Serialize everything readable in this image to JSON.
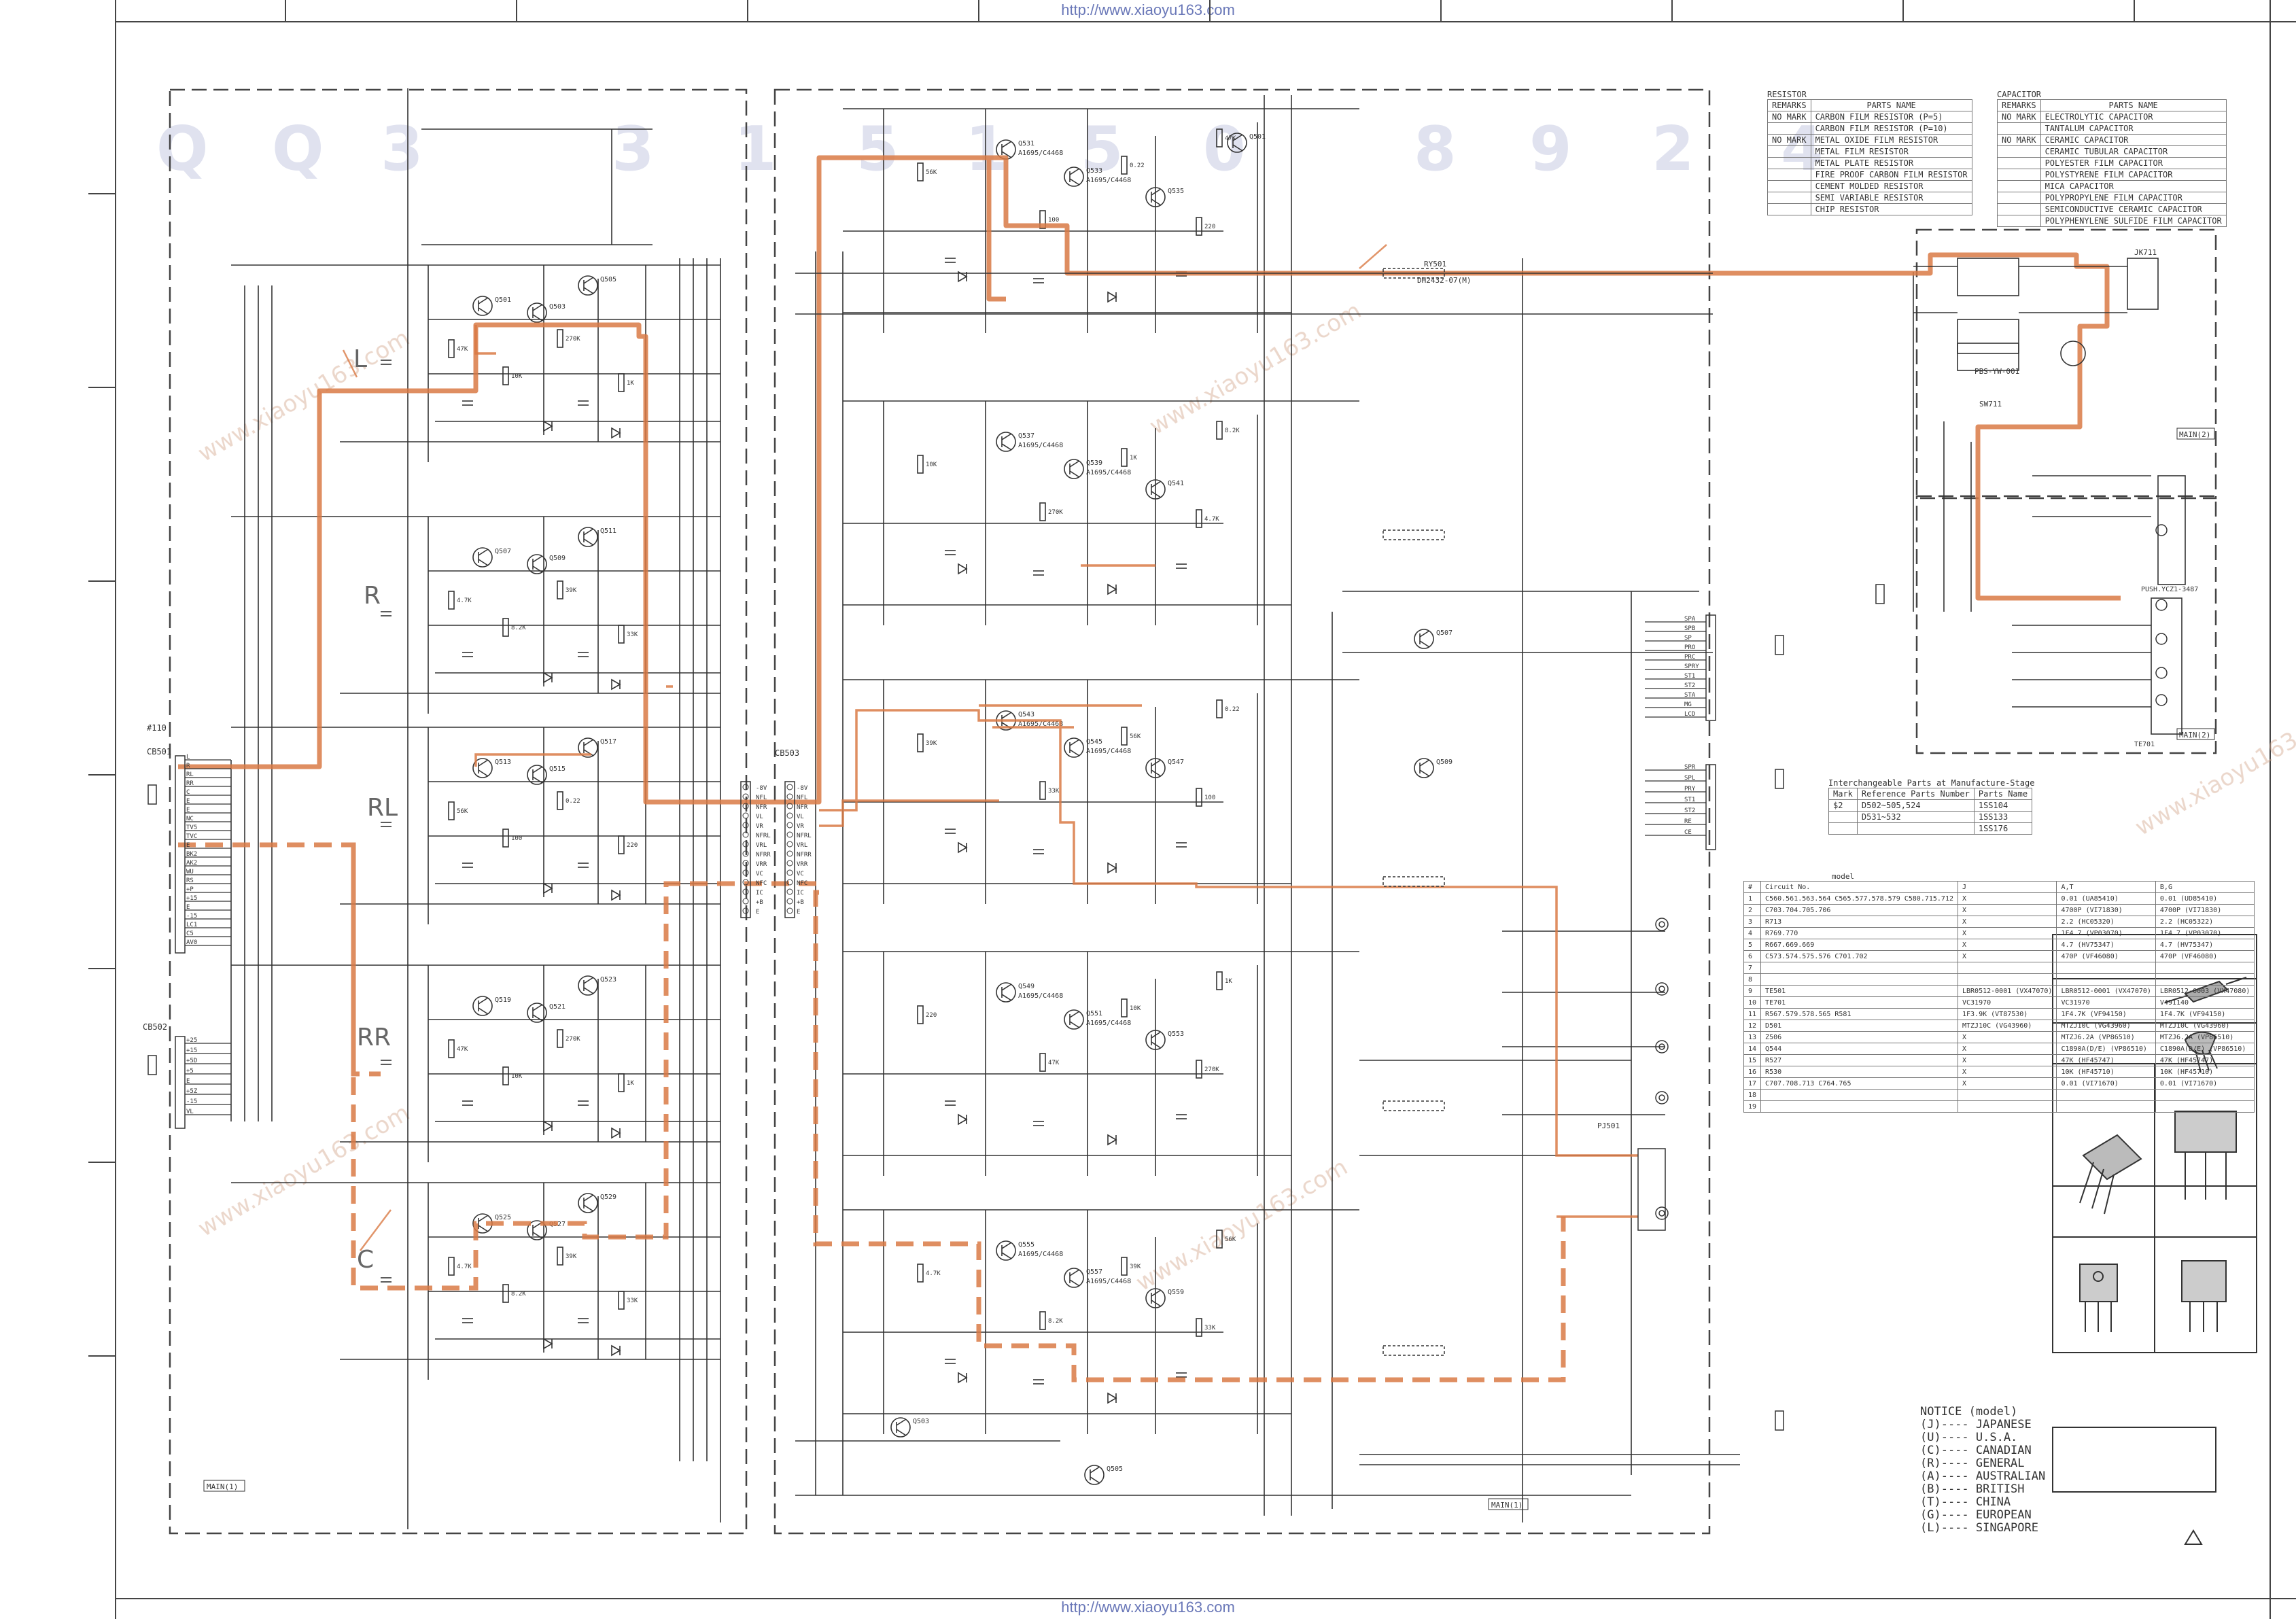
{
  "header_url": "http://www.xiaoyu163.com",
  "footer_url": "http://www.xiaoyu163.com",
  "resistor_table": {
    "title": "RESISTOR",
    "col_remarks": "REMARKS",
    "col_parts": "PARTS NAME",
    "rows": [
      [
        "NO MARK",
        "CARBON FILM RESISTOR (P=5)"
      ],
      [
        "",
        "CARBON FILM RESISTOR (P=10)"
      ],
      [
        "NO MARK",
        "METAL OXIDE FILM RESISTOR"
      ],
      [
        "",
        "METAL FILM RESISTOR"
      ],
      [
        "",
        "METAL PLATE RESISTOR"
      ],
      [
        "",
        "FIRE PROOF CARBON FILM RESISTOR"
      ],
      [
        "",
        "CEMENT MOLDED RESISTOR"
      ],
      [
        "",
        "SEMI VARIABLE RESISTOR"
      ],
      [
        "",
        "CHIP RESISTOR"
      ]
    ]
  },
  "capacitor_table": {
    "title": "CAPACITOR",
    "col_remarks": "REMARKS",
    "col_parts": "PARTS NAME",
    "rows": [
      [
        "NO MARK",
        "ELECTROLYTIC CAPACITOR"
      ],
      [
        "",
        "TANTALUM CAPACITOR"
      ],
      [
        "NO MARK",
        "CERAMIC CAPACITOR"
      ],
      [
        "",
        "CERAMIC TUBULAR CAPACITOR"
      ],
      [
        "",
        "POLYESTER FILM CAPACITOR"
      ],
      [
        "",
        "POLYSTYRENE FILM CAPACITOR"
      ],
      [
        "",
        "MICA CAPACITOR"
      ],
      [
        "",
        "POLYPROPYLENE FILM CAPACITOR"
      ],
      [
        "",
        "SEMICONDUCTIVE CERAMIC CAPACITOR"
      ],
      [
        "",
        "POLYPHENYLENE SULFIDE FILM CAPACITOR"
      ]
    ]
  },
  "interchangeable": {
    "title": "Interchangeable Parts at Manufacture-Stage",
    "headers": [
      "Mark",
      "Reference Parts Number",
      "Parts Name"
    ],
    "rows": [
      [
        "$2",
        "D502~505,524",
        "1SS104"
      ],
      [
        "",
        "D531~532",
        "1SS133"
      ],
      [
        "",
        "",
        "1SS176"
      ]
    ]
  },
  "model_table": {
    "title": "model",
    "headers": [
      "#",
      "Circuit No.",
      "J",
      "A,T",
      "B,G"
    ],
    "rows": [
      [
        "1",
        "C560.561.563.564 C565.577.578.579 C580.715.712",
        "X",
        "0.01 (UA85410)",
        "0.01 (UD85410)"
      ],
      [
        "2",
        "C703.704.705.706",
        "X",
        "4700P (VI71830)",
        "4700P (VI71830)"
      ],
      [
        "3",
        "R713",
        "X",
        "2.2 (HC05320)",
        "2.2 (HC05322)"
      ],
      [
        "4",
        "R769.770",
        "X",
        "1F4.7 (VP03070)",
        "1F4.7 (VP03070)"
      ],
      [
        "5",
        "R667.669.669",
        "X",
        "4.7 (HV75347)",
        "4.7 (HV75347)"
      ],
      [
        "6",
        "C573.574.575.576 C701.702",
        "X",
        "470P (VF46080)",
        "470P (VF46080)"
      ],
      [
        "7",
        "",
        "",
        "",
        ""
      ],
      [
        "8",
        "",
        "",
        "",
        ""
      ],
      [
        "9",
        "TE501",
        "LBR0512-0001 (VX47070)",
        "LBR0512-0001 (VX47070)",
        "LBR0512-0003 (VX47080)"
      ],
      [
        "10",
        "TE701",
        "VC31970",
        "VC31970",
        "V491140"
      ],
      [
        "11",
        "R567.579.578.565 R581",
        "1F3.9K (VT87530)",
        "1F4.7K (VF94150)",
        "1F4.7K (VF94150)"
      ],
      [
        "12",
        "D501",
        "MTZJ10C (VG43960)",
        "MTZJ10C (VG43960)",
        "MTZJ10C (VG43960)"
      ],
      [
        "13",
        "Z506",
        "X",
        "MTZJ6.2A (VP86510)",
        "MTZJ6.2A (VP86510)"
      ],
      [
        "14",
        "Q544",
        "X",
        "C1890A(D/E) (VP86510)",
        "C1890A(D/E) (VP86510)"
      ],
      [
        "15",
        "R527",
        "X",
        "47K (HF45747)",
        "47K (HF45747)"
      ],
      [
        "16",
        "R530",
        "X",
        "10K (HF45710)",
        "10K (HF45710)"
      ],
      [
        "17",
        "C707.708.713 C764.765",
        "X",
        "0.01 (VI71670)",
        "0.01 (VI71670)"
      ],
      [
        "18",
        "",
        "",
        "",
        ""
      ],
      [
        "19",
        "",
        "",
        "",
        ""
      ]
    ]
  },
  "notice": {
    "title": "NOTICE (model)",
    "lines": [
      "(J)---- JAPANESE",
      "(U)---- U.S.A.",
      "(C)---- CANADIAN",
      "(R)---- GENERAL",
      "(A)---- AUSTRALIAN",
      "(B)---- BRITISH",
      "(T)---- CHINA",
      "(G)---- EUROPEAN",
      "(L)---- SINGAPORE"
    ]
  },
  "channel_labels": [
    "L",
    "R",
    "RL",
    "RR",
    "C"
  ],
  "block_labels": {
    "input_connector": "CB501",
    "input_connector2": "CB502",
    "main_connector": "CB503",
    "amp_ref": "#110",
    "main_board_left": "MAIN(1)",
    "main_board_mid": "MAIN(1)",
    "main_board_right": "MAIN(2)",
    "relay_l": "RY501",
    "relay_part": "DH2432-07(M)",
    "jack": "JK711",
    "pbs": "PBS-YW-001",
    "sw": "SW711",
    "speaker_terminal": "PJ501",
    "speaker_terminal2": "PUSH.YCZ1-3487",
    "te701": "TE701"
  },
  "input_pins_a": [
    "L",
    "R",
    "RL",
    "RR",
    "C",
    "E",
    "E",
    "NC",
    "TV5",
    "TVC",
    "E",
    "BK2",
    "AK2",
    "WU",
    "RS",
    "+P",
    "+15",
    "E",
    "-15",
    "LC1",
    "C5",
    "AV0"
  ],
  "input_pins_b": [
    "+25",
    "+15",
    "+5D",
    "+5",
    "E",
    "+5Z",
    "-15",
    "VL"
  ],
  "connector_pins": [
    "-8V",
    "NFL",
    "NFR",
    "VL",
    "VR",
    "NFRL",
    "VRL",
    "NFRR",
    "VRR",
    "VC",
    "NFC",
    "IC",
    "+B",
    "E"
  ],
  "right_connector_pins": [
    "SPA",
    "SPB",
    "SP",
    "PRO",
    "PRC",
    "SPRY",
    "ST1",
    "ST2",
    "STA",
    "MG",
    "LCD"
  ],
  "right_connector_pins2": [
    "SPR",
    "SPL",
    "PRY",
    "ST1",
    "ST2",
    "RE",
    "CE"
  ],
  "transistor_labels": [
    "Q501",
    "Q503",
    "Q505",
    "Q507",
    "Q509",
    "Q511",
    "Q513",
    "Q515",
    "Q517",
    "Q519",
    "Q521",
    "Q523",
    "Q525",
    "Q527",
    "Q529",
    "Q531",
    "Q533",
    "Q535",
    "Q537",
    "Q539",
    "Q541",
    "Q543",
    "Q545",
    "Q547",
    "Q549",
    "Q551",
    "Q553",
    "Q555",
    "Q557",
    "Q559"
  ],
  "part_numbers": [
    "A1695/C4468",
    "A1695/C4468",
    "A1695/C4468",
    "A1695/C4468",
    "A1695/C4468",
    "A1695/C4468",
    "A1695/C4468",
    "A1695/C4468",
    "A1695/C4468",
    "A1695/C4468"
  ],
  "resistor_values": [
    "47K",
    "10K",
    "270K",
    "1K",
    "4.7K",
    "8.2K",
    "39K",
    "33K",
    "56K",
    "100",
    "0.22",
    "220"
  ],
  "colors": {
    "line": "#333333",
    "signal_path": "#d97a45",
    "box": "#555555",
    "watermark": "#c7cbe3",
    "url": "#6a78b8"
  }
}
